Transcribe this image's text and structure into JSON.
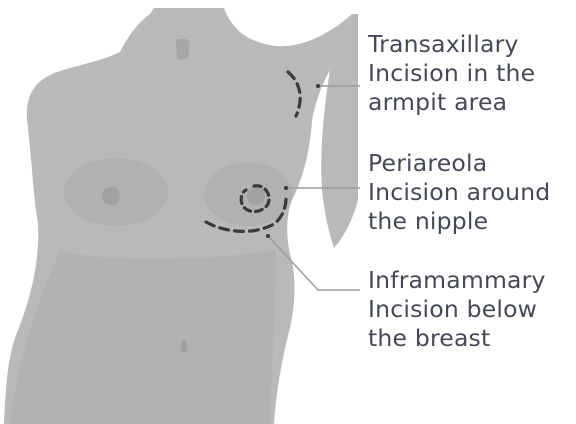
{
  "colors": {
    "background": "#ffffff",
    "body_fill": "#b9b9b9",
    "body_shadow": "#a3a3a3",
    "incision_line": "#3a3a3a",
    "leader_line": "#9a9a9a",
    "label_text": "#444a55"
  },
  "labels": [
    {
      "id": "transaxillary",
      "lines": [
        "Transaxillary",
        "Incision in the",
        "armpit area"
      ]
    },
    {
      "id": "periareola",
      "lines": [
        "Periareola",
        "Incision around",
        "the nipple"
      ]
    },
    {
      "id": "inframammary",
      "lines": [
        "Inframammary",
        "Incision below",
        "the breast"
      ]
    }
  ]
}
